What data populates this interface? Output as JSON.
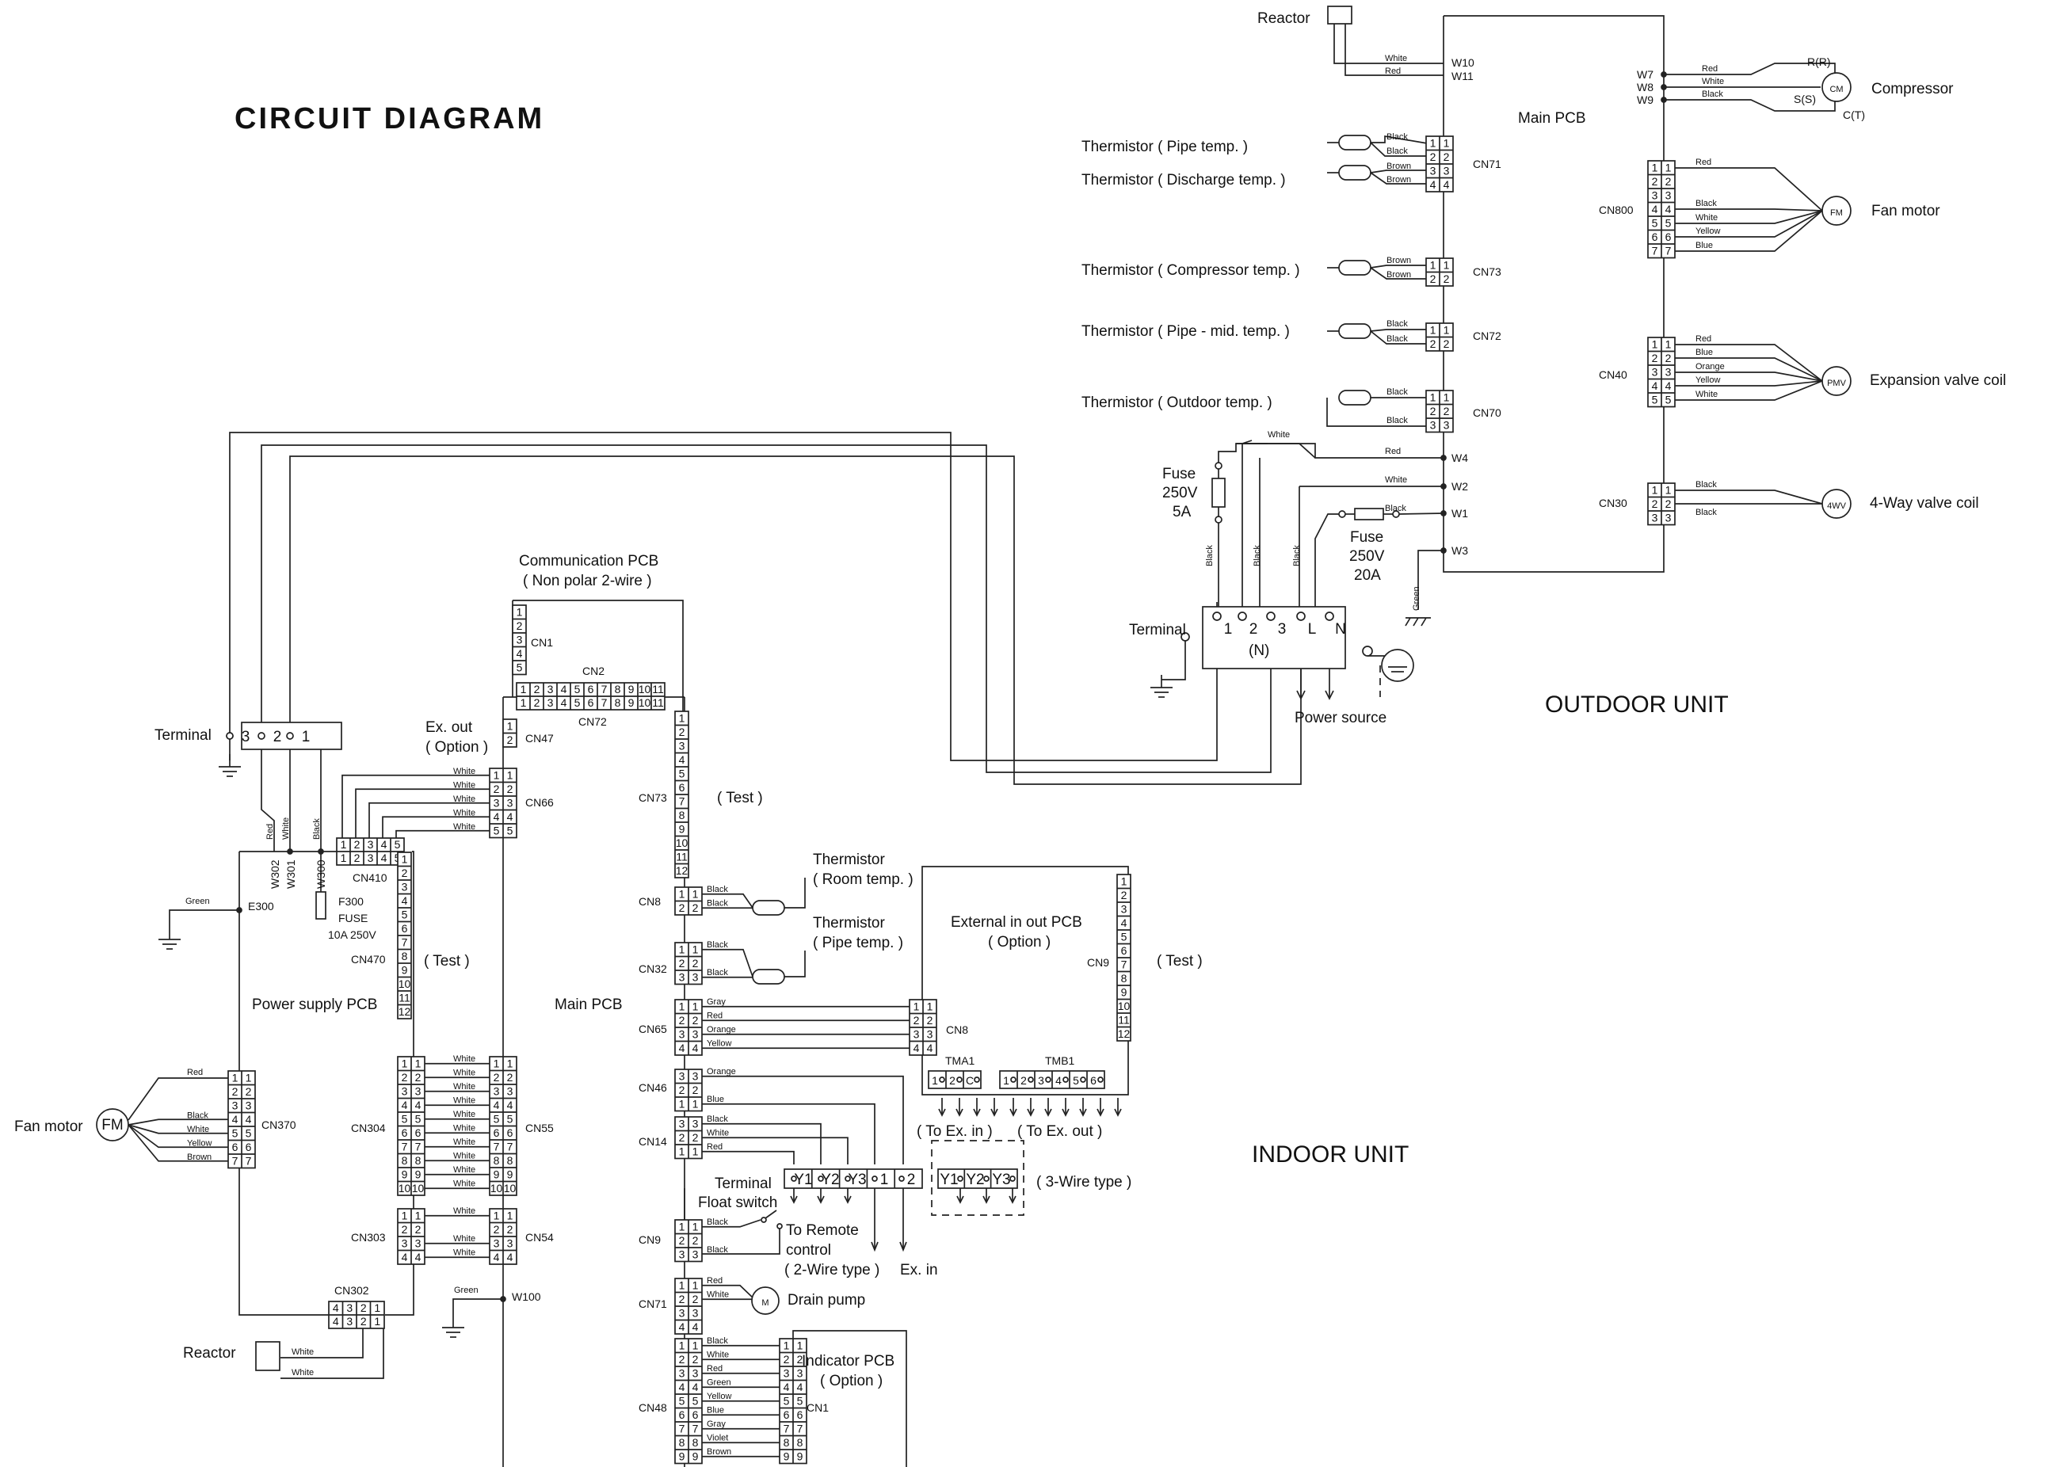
{
  "title": "CIRCUIT DIAGRAM",
  "outdoor": {
    "unit_label": "OUTDOOR UNIT",
    "main_pcb": "Main PCB",
    "reactor": "Reactor",
    "reactor_wires": [
      {
        "color": "White",
        "pin": "W10"
      },
      {
        "color": "Red",
        "pin": "W11"
      }
    ],
    "compressor": {
      "label": "Compressor",
      "symbol": "CM",
      "pins": [
        "W7",
        "W8",
        "W9"
      ],
      "wires": [
        "Red",
        "White",
        "Black"
      ],
      "terms": [
        "R(R)",
        "S(S)",
        "C(T)"
      ]
    },
    "cn71": {
      "label": "CN71",
      "pins": [
        "1",
        "2",
        "3",
        "4"
      ],
      "wires": [
        "Black",
        "Black",
        "Brown",
        "Brown"
      ],
      "thermistors": [
        "Thermistor ( Pipe temp. )",
        "Thermistor ( Discharge temp. )"
      ]
    },
    "cn73": {
      "label": "CN73",
      "pins": [
        "1",
        "2"
      ],
      "wires": [
        "Brown",
        "Brown"
      ],
      "thermistor": "Thermistor ( Compressor temp. )"
    },
    "cn72": {
      "label": "CN72",
      "pins": [
        "1",
        "2"
      ],
      "wires": [
        "Black",
        "Black"
      ],
      "thermistor": "Thermistor ( Pipe - mid. temp. )"
    },
    "cn70": {
      "label": "CN70",
      "pins": [
        "1",
        "2",
        "3"
      ],
      "wires": [
        "Black",
        "Black"
      ],
      "thermistor": "Thermistor ( Outdoor temp. )"
    },
    "cn800": {
      "label": "CN800",
      "pins": [
        "1",
        "2",
        "3",
        "4",
        "5",
        "6",
        "7"
      ],
      "wires": [
        "Red",
        "Black",
        "White",
        "Yellow",
        "Blue"
      ],
      "device": "Fan motor",
      "symbol": "FM"
    },
    "cn40": {
      "label": "CN40",
      "pins": [
        "1",
        "2",
        "3",
        "4",
        "5"
      ],
      "wires": [
        "Red",
        "Blue",
        "Orange",
        "Yellow",
        "White"
      ],
      "device": "Expansion valve coil",
      "symbol": "PMV"
    },
    "cn30": {
      "label": "CN30",
      "pins": [
        "1",
        "2",
        "3"
      ],
      "wires": [
        "Black",
        "Black"
      ],
      "device": "4-Way valve coil",
      "symbol": "4WV"
    },
    "w_pins": [
      "W4",
      "W2",
      "W1",
      "W3"
    ],
    "w_wires": [
      "Red",
      "White",
      "Black",
      "Green"
    ],
    "top_white": "White",
    "fuse1": [
      "Fuse",
      "250V",
      "5A"
    ],
    "fuse2": [
      "Fuse",
      "250V",
      "20A"
    ],
    "terminal": "Terminal",
    "terminal_pins": [
      "1",
      "2",
      "3",
      "L",
      "N"
    ],
    "terminal_n": "(N)",
    "vert_wires": [
      "Black",
      "Black",
      "Black"
    ],
    "power_source": "Power source"
  },
  "indoor": {
    "unit_label": "INDOOR UNIT",
    "terminal": "Terminal",
    "terminal_pins": [
      "3",
      "2",
      "1"
    ],
    "wires3": [
      "Red",
      "White",
      "Black"
    ],
    "wpins": [
      "W302",
      "W301",
      "W300"
    ],
    "comm_pcb": [
      "Communication PCB",
      "( Non polar 2-wire )"
    ],
    "cn1": {
      "label": "CN1",
      "pins": [
        "1",
        "2",
        "3",
        "4",
        "5"
      ]
    },
    "cn2": {
      "label": "CN2",
      "pins": [
        "1",
        "2",
        "3",
        "4",
        "5",
        "6",
        "7",
        "8",
        "9",
        "10",
        "11"
      ]
    },
    "cn72": "CN72",
    "ex_out": [
      "Ex. out",
      "( Option )"
    ],
    "cn47": {
      "label": "CN47",
      "pins": [
        "1",
        "2"
      ]
    },
    "cn66": {
      "label": "CN66",
      "pins": [
        "1",
        "2",
        "3",
        "4",
        "5"
      ],
      "wires": [
        "White",
        "White",
        "White",
        "White",
        "White"
      ]
    },
    "cn410": {
      "label": "CN410",
      "pins": [
        "1",
        "2",
        "3",
        "4",
        "5"
      ]
    },
    "cn73": {
      "label": "CN73",
      "pins": [
        "1",
        "2",
        "3",
        "4",
        "5",
        "6",
        "7",
        "8",
        "9",
        "10",
        "11",
        "12"
      ]
    },
    "test": "( Test )",
    "power_pcb": "Power supply PCB",
    "main_pcb": "Main PCB",
    "e300": "E300",
    "green": "Green",
    "fuse": [
      "F300",
      "FUSE",
      "10A 250V"
    ],
    "cn470": {
      "label": "CN470",
      "pins": [
        "1",
        "2",
        "3",
        "4",
        "5",
        "6",
        "7",
        "8",
        "9",
        "10",
        "11",
        "12"
      ]
    },
    "fan": {
      "label": "Fan motor",
      "symbol": "FM"
    },
    "cn370": {
      "label": "CN370",
      "pins": [
        "1",
        "2",
        "3",
        "4",
        "5",
        "6",
        "7"
      ],
      "wires": [
        "Red",
        "Black",
        "White",
        "Yellow",
        "Brown"
      ]
    },
    "cn304": {
      "label": "CN304",
      "pins": [
        "1",
        "2",
        "3",
        "4",
        "5",
        "6",
        "7",
        "8",
        "9",
        "10"
      ],
      "wires": [
        "White",
        "White",
        "White",
        "White",
        "White",
        "White",
        "White",
        "White",
        "White",
        "White"
      ]
    },
    "cn55": {
      "label": "CN55",
      "pins": [
        "1",
        "2",
        "3",
        "4",
        "5",
        "6",
        "7",
        "8",
        "9",
        "10"
      ]
    },
    "cn303": {
      "label": "CN303",
      "pins": [
        "1",
        "2",
        "3",
        "4"
      ],
      "wires": [
        "White",
        "White",
        "White"
      ]
    },
    "cn54": {
      "label": "CN54",
      "pins": [
        "1",
        "2",
        "3",
        "4"
      ]
    },
    "cn302": {
      "label": "CN302",
      "pins": [
        "4",
        "3",
        "2",
        "1"
      ]
    },
    "reactor": "Reactor",
    "reactor_wires": [
      "White",
      "White"
    ],
    "w100": "W100",
    "cn8": {
      "label": "CN8",
      "pins": [
        "1",
        "2"
      ],
      "wires": [
        "Black",
        "Black"
      ]
    },
    "therm_room": [
      "Thermistor",
      "( Room temp. )"
    ],
    "therm_pipe": [
      "Thermistor",
      "( Pipe temp. )"
    ],
    "cn32": {
      "label": "CN32",
      "pins": [
        "1",
        "2",
        "3"
      ],
      "wires": [
        "Black",
        "Black"
      ]
    },
    "cn65": {
      "label": "CN65",
      "pins": [
        "1",
        "2",
        "3",
        "4"
      ],
      "wires": [
        "Gray",
        "Red",
        "Orange",
        "Yellow"
      ]
    },
    "ext_pcb": [
      "External in out PCB",
      "( Option )"
    ],
    "cn9_ext": {
      "label": "CN9",
      "pins": [
        "1",
        "2",
        "3",
        "4",
        "5",
        "6",
        "7",
        "8",
        "9",
        "10",
        "11",
        "12"
      ]
    },
    "cn8_ext": {
      "label": "CN8",
      "pins": [
        "1",
        "2",
        "3",
        "4"
      ]
    },
    "tma1": {
      "label": "TMA1",
      "pins": [
        "1",
        "2",
        "C"
      ]
    },
    "tmb1": {
      "label": "TMB1",
      "pins": [
        "1",
        "2",
        "3",
        "4",
        "5",
        "6"
      ]
    },
    "to_ex_in": "( To Ex. in )",
    "to_ex_out": "( To Ex. out )",
    "cn46": {
      "label": "CN46",
      "pins": [
        "3",
        "2",
        "1"
      ],
      "wires": [
        "Orange",
        "Blue"
      ]
    },
    "cn14": {
      "label": "CN14",
      "pins": [
        "3",
        "2",
        "1"
      ],
      "wires": [
        "Black",
        "White",
        "Red"
      ]
    },
    "terminal2": "Terminal",
    "terminal2_pins": [
      "Y1",
      "Y2",
      "Y3",
      "1",
      "2"
    ],
    "three_wire_pins": [
      "Y1",
      "Y2",
      "Y3"
    ],
    "three_wire": "( 3-Wire type )",
    "float_switch": "Float switch",
    "cn9": {
      "label": "CN9",
      "pins": [
        "1",
        "2",
        "3"
      ],
      "wires": [
        "Black",
        "Black"
      ]
    },
    "remote": [
      "To Remote",
      "control",
      "( 2-Wire type )"
    ],
    "ex_in": "Ex. in",
    "cn71": {
      "label": "CN71",
      "pins": [
        "1",
        "2",
        "3",
        "4"
      ],
      "wires": [
        "Red",
        "White"
      ]
    },
    "drain": "Drain pump",
    "drain_symbol": "M",
    "cn48": {
      "label": "CN48",
      "pins": [
        "1",
        "2",
        "3",
        "4",
        "5",
        "6",
        "7",
        "8",
        "9"
      ],
      "wires": [
        "Black",
        "White",
        "Red",
        "Green",
        "Yellow",
        "Blue",
        "Gray",
        "Violet",
        "Brown"
      ]
    },
    "indicator": [
      "Indicator PCB",
      "( Option )"
    ],
    "cn1_ind": "CN1"
  }
}
